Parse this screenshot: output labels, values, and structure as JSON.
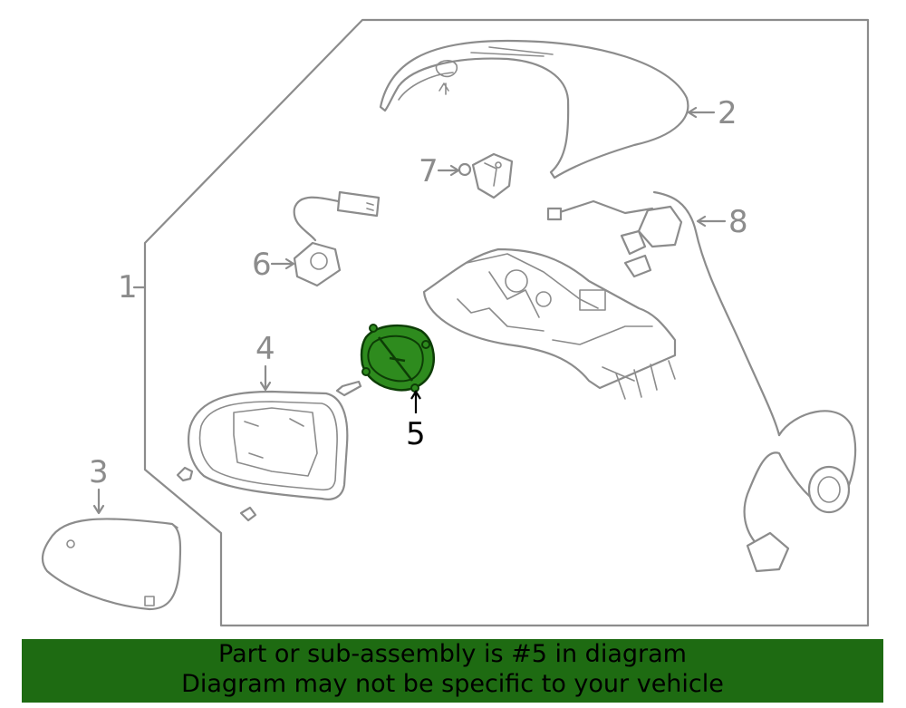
{
  "diagram": {
    "callouts": {
      "c1": "1",
      "c2": "2",
      "c3": "3",
      "c4": "4",
      "c5": "5",
      "c6": "6",
      "c7": "7",
      "c8": "8"
    },
    "highlight_part": "5",
    "colors": {
      "line": "#8c8c8c",
      "highlight_fill": "#2e8b1e",
      "highlight_stroke": "#0d3d06",
      "banner_bg": "#1e6b12"
    }
  },
  "banner": {
    "line1": "Part or sub-assembly is #5 in diagram",
    "line2": "Diagram may not be specific to your vehicle"
  }
}
